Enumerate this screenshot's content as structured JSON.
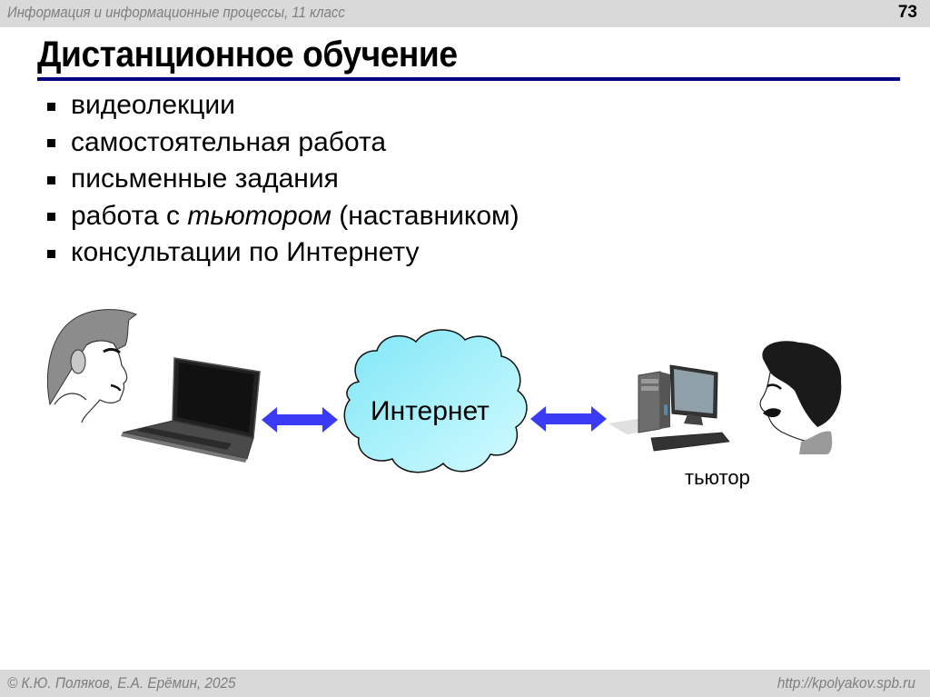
{
  "header": {
    "course": "Информация и информационные процессы, 11 класс",
    "page_number": "73"
  },
  "slide": {
    "title": "Дистанционное обучение",
    "bullets": [
      {
        "text": "видеолекции"
      },
      {
        "text": "самостоятельная работа"
      },
      {
        "before": "работа с ",
        "italic": "тьютором",
        "after": " (наставником)"
      },
      {
        "text": "консультации по Интернету"
      }
    ],
    "bullet_written": "письменные задания"
  },
  "diagram": {
    "cloud_label": "Интернет",
    "tutor_label": "тьютор",
    "colors": {
      "arrow": "#3b3bf5",
      "cloud_fill": "#9beef8",
      "title_rule": "#000080"
    }
  },
  "footer": {
    "copyright": "© К.Ю. Поляков, Е.А. Ерёмин, 2025",
    "url": "http://kpolyakov.spb.ru"
  }
}
